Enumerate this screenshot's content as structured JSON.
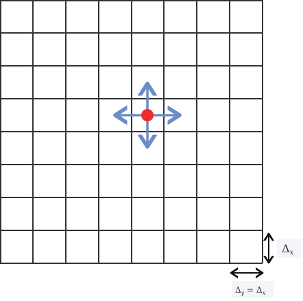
{
  "grid": {
    "rows": 8,
    "cols": 8,
    "line_color": "#333333",
    "background": "#ffffff"
  },
  "stencil": {
    "center_color": "#ee2d2d",
    "arrow_color": "#6b8cc6",
    "directions": [
      "up",
      "down",
      "left",
      "right"
    ]
  },
  "labels": {
    "vertical_spacing": {
      "symbol": "Δ",
      "subscript": "x"
    },
    "horizontal_spacing": {
      "symbol_left": "Δ",
      "subscript_left": "y",
      "equals": " = ",
      "symbol_right": "Δ",
      "subscript_right": "x"
    }
  }
}
